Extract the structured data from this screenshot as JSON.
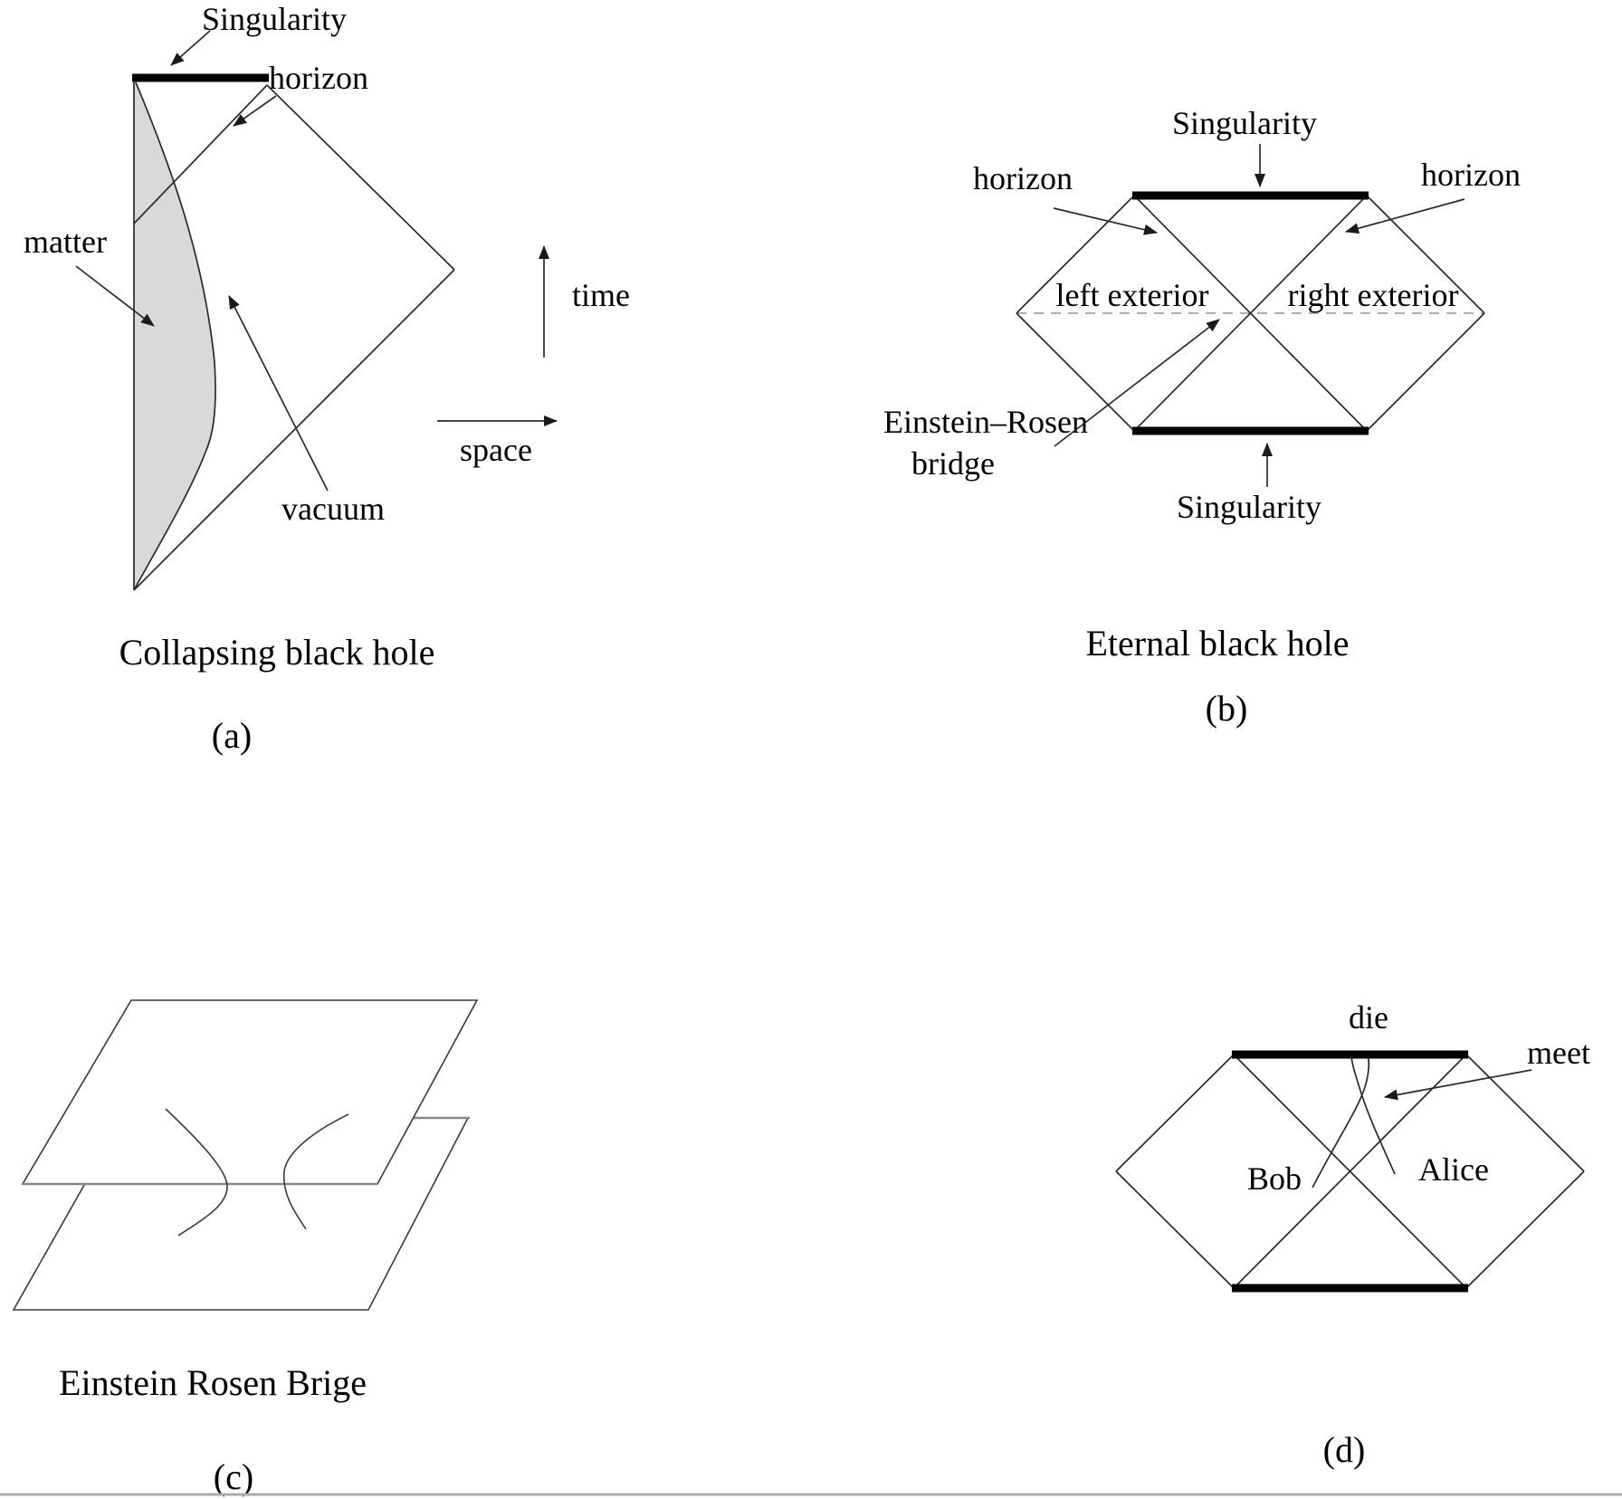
{
  "figure": {
    "panel_a": {
      "labels": {
        "singularity": "Singularity",
        "horizon": "horizon",
        "matter": "matter",
        "vacuum": "vacuum",
        "time": "time",
        "space": "space"
      },
      "caption": "Collapsing black hole",
      "tag": "(a)"
    },
    "panel_b": {
      "labels": {
        "singularity_top": "Singularity",
        "singularity_bottom": "Singularity",
        "horizon_left": "horizon",
        "horizon_right": "horizon",
        "left_exterior": "left exterior",
        "right_exterior": "right exterior",
        "bridge_line1": "Einstein–Rosen",
        "bridge_line2": "bridge"
      },
      "caption": "Eternal black hole",
      "tag": "(b)"
    },
    "panel_c": {
      "caption": "Einstein Rosen Brige",
      "tag": "(c)"
    },
    "panel_d": {
      "labels": {
        "die": "die",
        "meet": "meet",
        "bob": "Bob",
        "alice": "Alice"
      },
      "tag": "(d)"
    },
    "colors": {
      "background": "#ffffff",
      "line": "#2a2a2a",
      "singularity_bar": "#000000",
      "matter_fill": "#d9d9d9",
      "dashed_line": "#949494",
      "bottom_rule": "#ababab"
    }
  }
}
